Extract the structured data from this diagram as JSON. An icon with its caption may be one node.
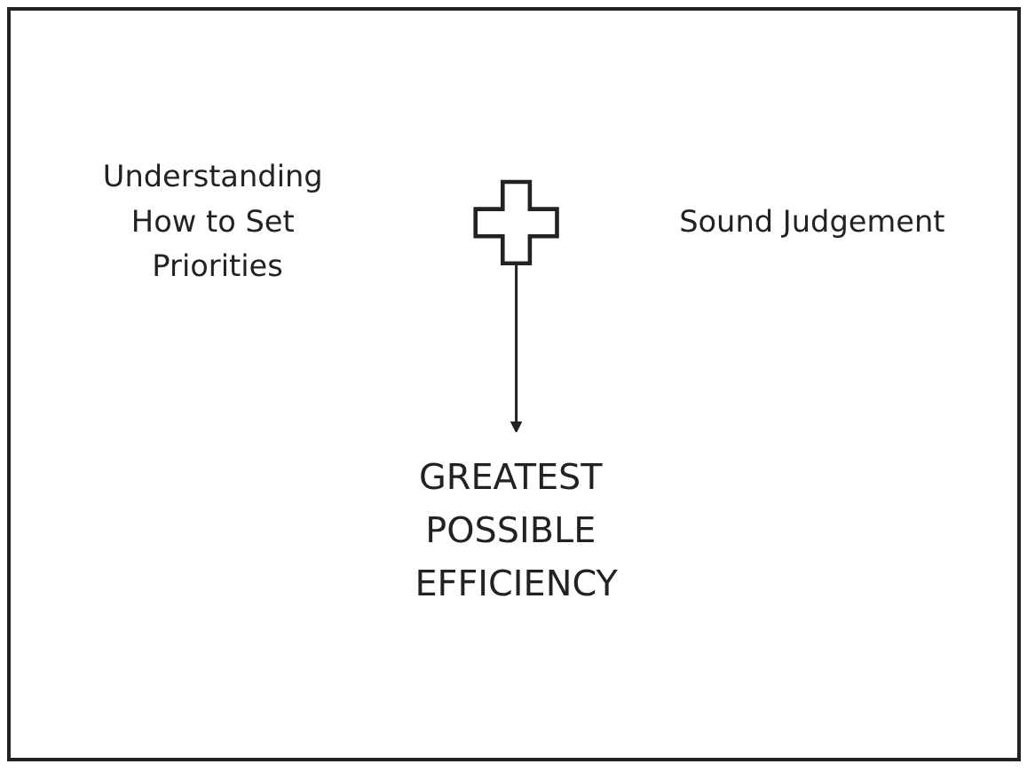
{
  "diagram": {
    "nodes": [
      {
        "text": [
          "Understanding How to Set Priorities"
        ]
      },
      {
        "text": [],
        "shape": "plus"
      },
      {
        "text": [
          "Sound Judgement"
        ]
      },
      {
        "text": [
          "GREATEST POSSIBLE EFFICIENCY"
        ]
      }
    ],
    "edges": [
      {
        "from": 1,
        "to": 3,
        "arrow": "to"
      }
    ]
  }
}
